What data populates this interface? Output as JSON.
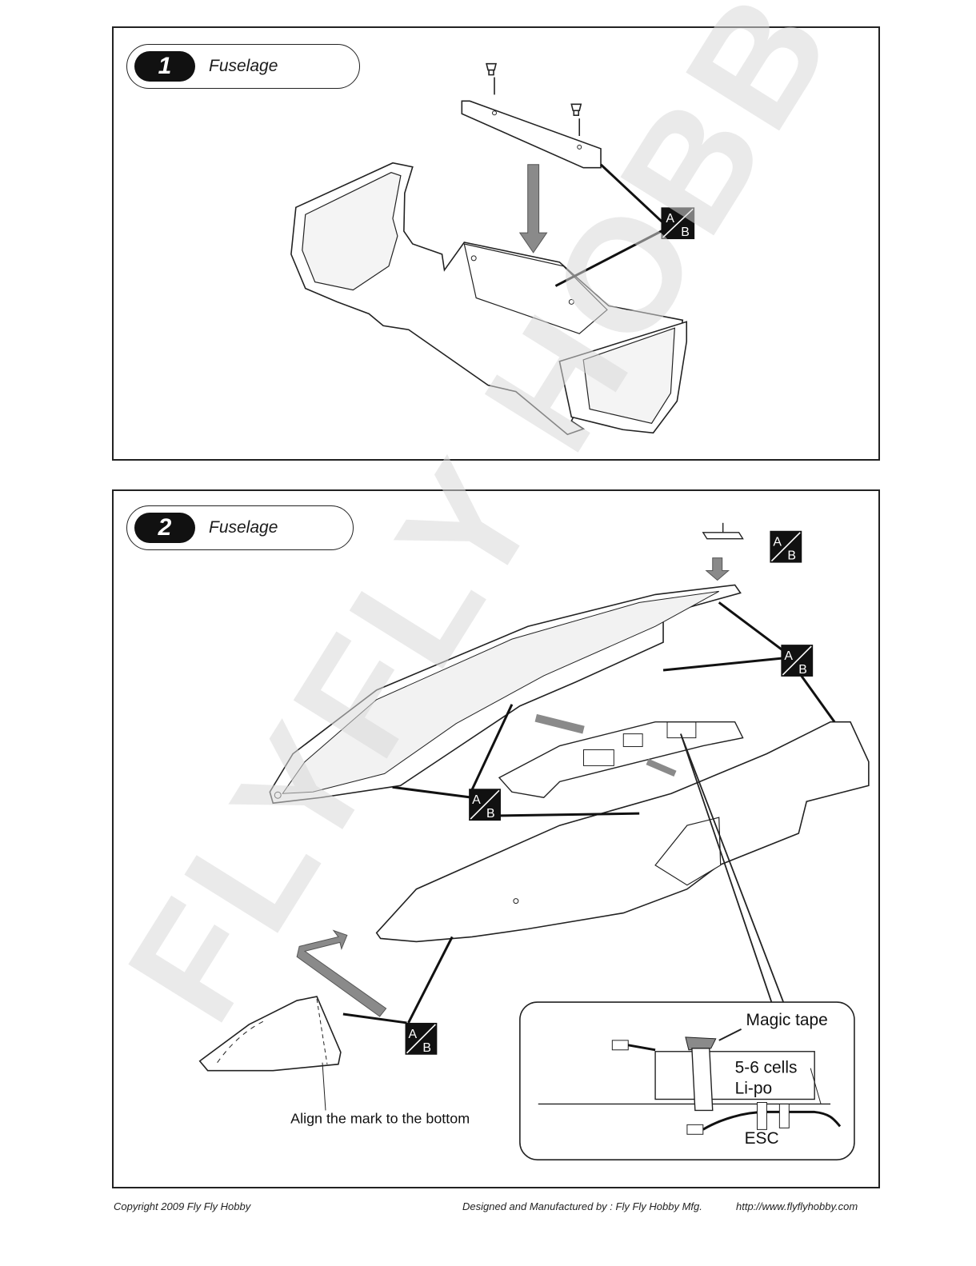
{
  "steps": [
    {
      "number": "1",
      "title": "Fuselage"
    },
    {
      "number": "2",
      "title": "Fuselage"
    }
  ],
  "glue_badge": {
    "top": "A",
    "bottom": "B"
  },
  "battery_inset": {
    "tape_label": "Magic tape",
    "battery_line1": "5-6 cells",
    "battery_line2": "Li-po",
    "esc_label": "ESC"
  },
  "nose_caption": "Align the mark to the bottom",
  "watermark": "FLYFLY HOBBY",
  "footer": {
    "copyright": "Copyright 2009 Fly Fly Hobby",
    "designed": "Designed and Manufactured by : Fly Fly Hobby Mfg.",
    "website": "http://www.flyflyhobby.com"
  },
  "colors": {
    "ink": "#1a1a1a",
    "arrow": "#8a8a8a",
    "watermark": "#e6e6e6"
  }
}
